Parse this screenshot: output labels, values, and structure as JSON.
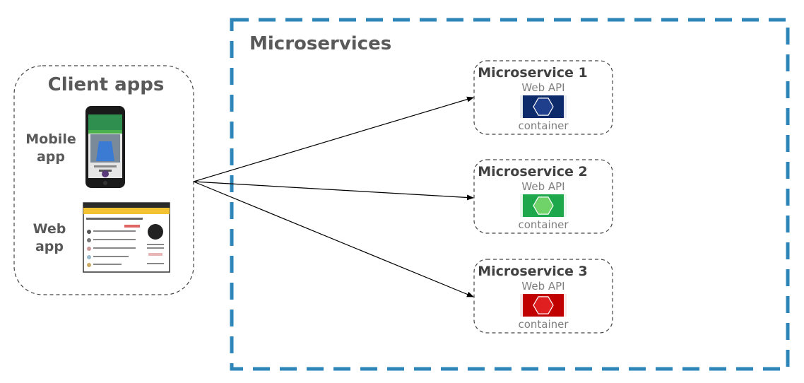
{
  "microservices_region": {
    "title": "Microservices",
    "border_color": "#2e86b8"
  },
  "client_apps": {
    "title": "Client apps",
    "mobile_label_line1": "Mobile",
    "mobile_label_line2": "app",
    "web_label_line1": "Web",
    "web_label_line2": "app"
  },
  "services": [
    {
      "title": "Microservice 1",
      "api_label": "Web API",
      "container_label": "container",
      "color": "#0d2a6b",
      "accent": "#1f3f8c"
    },
    {
      "title": "Microservice 2",
      "api_label": "Web API",
      "container_label": "container",
      "color": "#1ea84b",
      "accent": "#6fd36a"
    },
    {
      "title": "Microservice 3",
      "api_label": "Web API",
      "container_label": "container",
      "color": "#c00000",
      "accent": "#e02020"
    }
  ]
}
